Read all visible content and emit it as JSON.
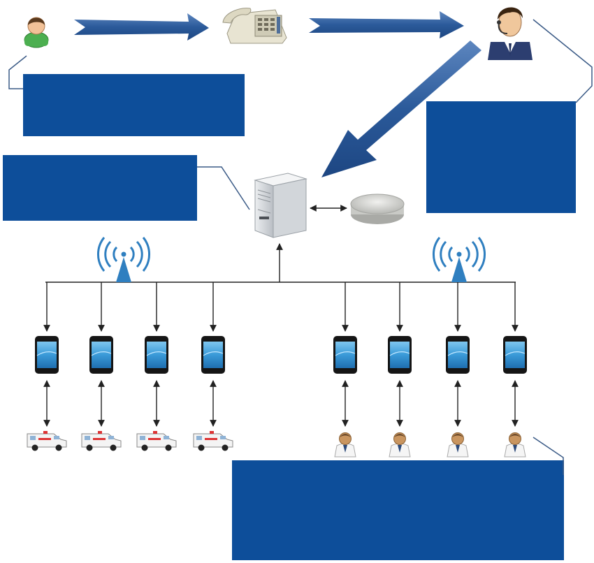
{
  "diagram": {
    "colors": {
      "box_fill": "#0d4e9a",
      "flow_arrow": "#2f5e9f",
      "connector": "#222222",
      "callout_line": "#3a5a86",
      "antenna": "#2f7fc0",
      "phone_screen": "#4aa6de"
    },
    "nodes": {
      "caller": {
        "icon": "caller-person-icon"
      },
      "telephone": {
        "icon": "telephone-icon"
      },
      "dispatcher": {
        "icon": "dispatcher-operator-icon"
      },
      "server": {
        "icon": "server-tower-icon"
      },
      "database": {
        "icon": "database-disk-icon"
      },
      "antennas": [
        {
          "icon": "antenna-signal-icon"
        },
        {
          "icon": "antenna-signal-icon"
        }
      ],
      "phones": [
        {
          "icon": "mobile-phone-icon"
        },
        {
          "icon": "mobile-phone-icon"
        },
        {
          "icon": "mobile-phone-icon"
        },
        {
          "icon": "mobile-phone-icon"
        },
        {
          "icon": "mobile-phone-icon"
        },
        {
          "icon": "mobile-phone-icon"
        },
        {
          "icon": "mobile-phone-icon"
        },
        {
          "icon": "mobile-phone-icon"
        }
      ],
      "ambulances": [
        {
          "icon": "ambulance-icon"
        },
        {
          "icon": "ambulance-icon"
        },
        {
          "icon": "ambulance-icon"
        },
        {
          "icon": "ambulance-icon"
        }
      ],
      "doctors": [
        {
          "icon": "doctor-icon"
        },
        {
          "icon": "doctor-icon"
        },
        {
          "icon": "doctor-icon"
        },
        {
          "icon": "doctor-icon"
        }
      ]
    },
    "label_boxes": [
      {
        "id": "caller-box",
        "text": ""
      },
      {
        "id": "server-box",
        "text": ""
      },
      {
        "id": "dispatcher-box",
        "text": ""
      },
      {
        "id": "responders-box",
        "text": ""
      }
    ]
  }
}
